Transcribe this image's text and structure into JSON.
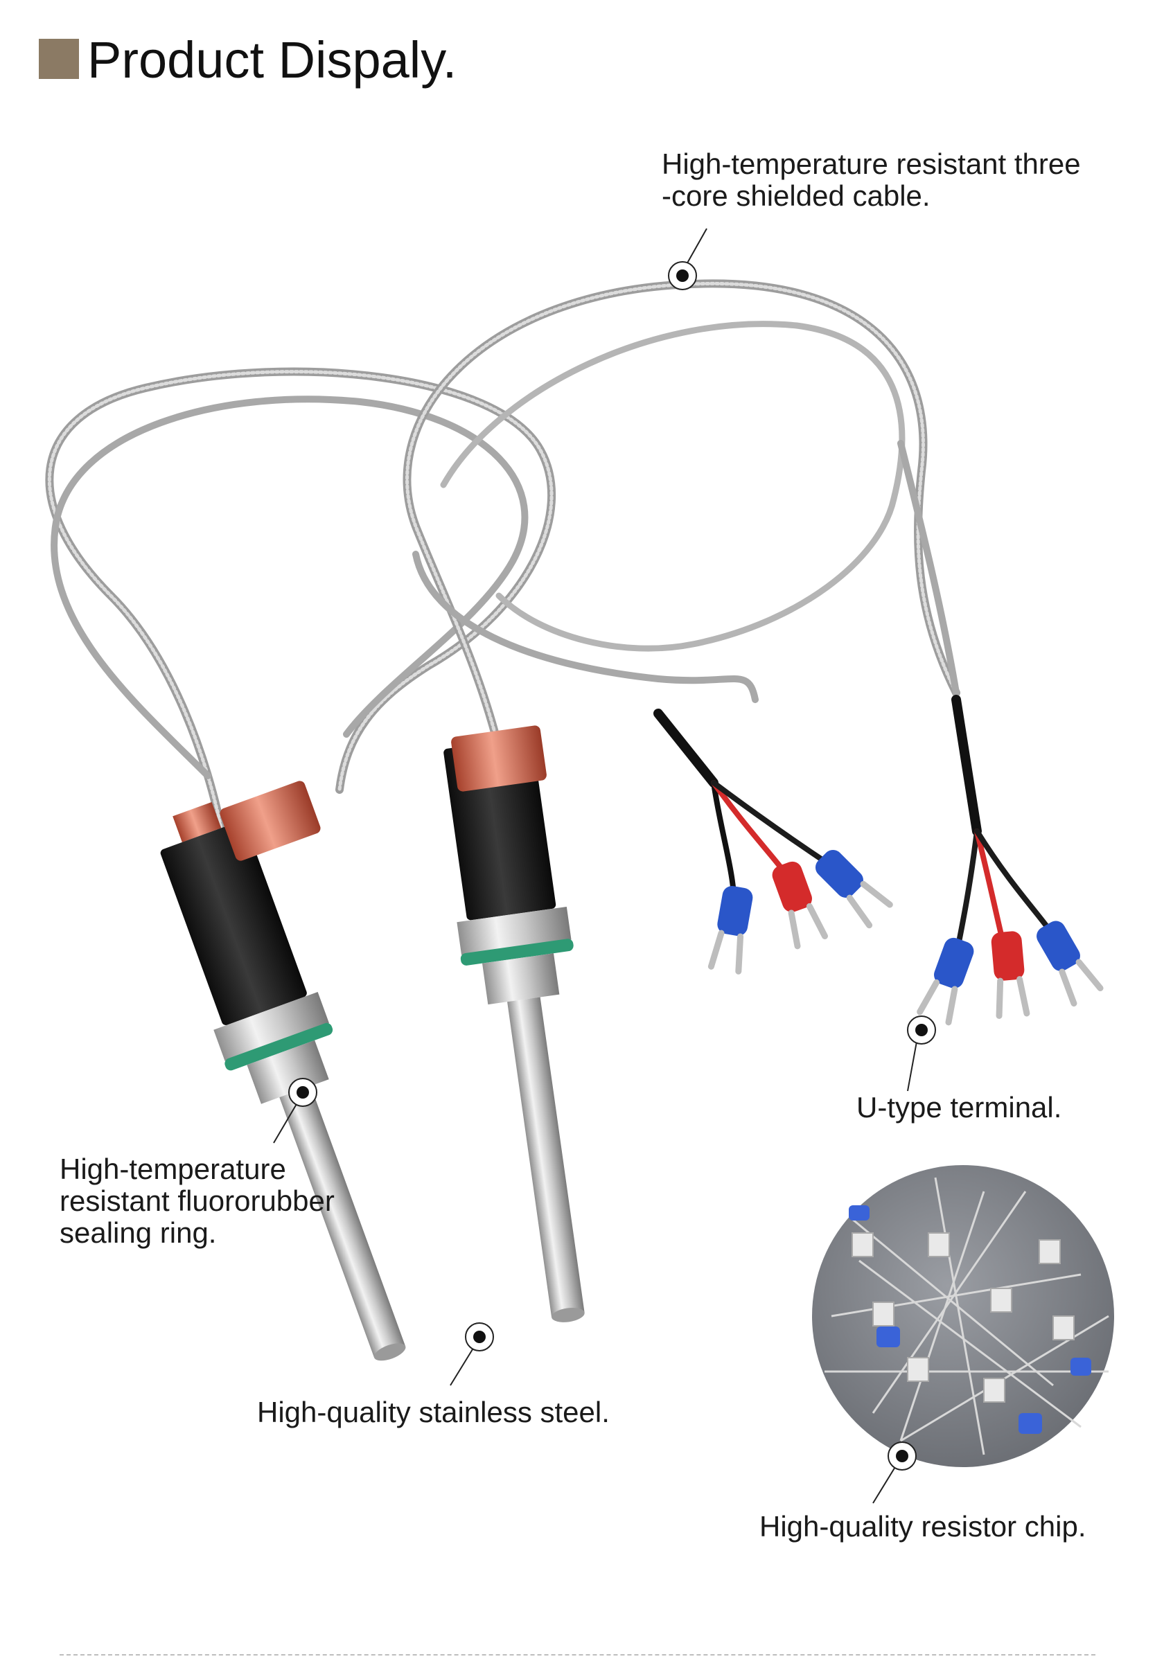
{
  "page": {
    "title": "Product Dispaly."
  },
  "callouts": {
    "cable": {
      "lines": [
        "High-temperature resistant three",
        "-core shielded cable."
      ]
    },
    "terminal": {
      "lines": [
        "U-type terminal."
      ]
    },
    "sealing_ring": {
      "lines": [
        "High-temperature",
        "resistant fluororubber",
        "sealing ring."
      ]
    },
    "steel": {
      "lines": [
        "High-quality stainless steel."
      ]
    },
    "resistor": {
      "lines": [
        "High-quality resistor chip."
      ]
    }
  },
  "colors": {
    "title_block": "#8b7a64",
    "sealing_ring": "#2e9a74",
    "terminal_blue": "#2a56c9",
    "terminal_red": "#d42b2b",
    "cable_silver": "#b7b7b7",
    "sensor_body": "#1b1b1b",
    "label_band": "#e07a60"
  }
}
